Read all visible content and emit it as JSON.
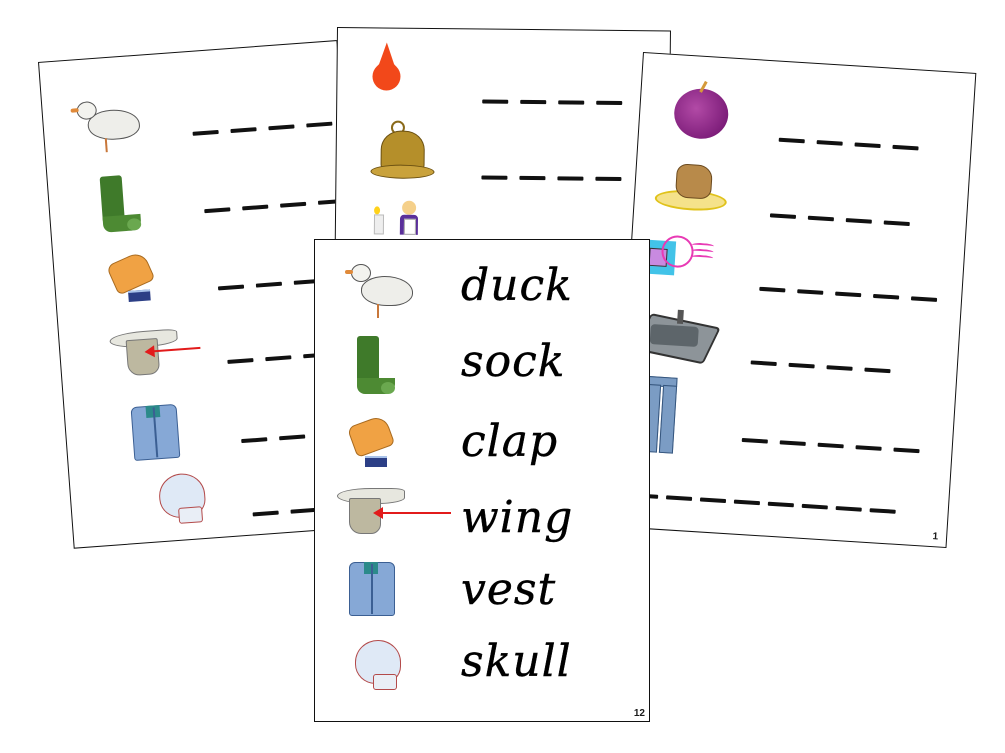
{
  "scene": "Phonics word cards: short vowel sounds with pictures",
  "pages": {
    "left": {
      "type": "blank-writing-card",
      "items": [
        {
          "picture": "duck",
          "blanks": 4
        },
        {
          "picture": "sock",
          "blanks": 4
        },
        {
          "picture": "clap",
          "blanks": 4
        },
        {
          "picture": "wing",
          "blanks": 4
        },
        {
          "picture": "vest",
          "blanks": 4
        },
        {
          "picture": "skull",
          "blanks": 5
        }
      ]
    },
    "back_center": {
      "type": "blank-writing-card",
      "items": [
        {
          "picture": "drop",
          "blanks": 4
        },
        {
          "picture": "bell",
          "blanks": 4
        },
        {
          "picture": "candle-maid",
          "blanks": 4
        }
      ]
    },
    "right": {
      "type": "blank-writing-card",
      "page_number": "1",
      "items": [
        {
          "picture": "plum",
          "blanks": 4
        },
        {
          "picture": "rock",
          "blanks": 4
        },
        {
          "picture": "stamp",
          "blanks": 5
        },
        {
          "picture": "sink",
          "blanks": 4
        },
        {
          "picture": "pants",
          "blanks": 5
        },
        {
          "picture": "ball-partial",
          "blanks": 8
        }
      ]
    },
    "front": {
      "type": "word-card",
      "page_number": "12",
      "words": [
        "duck",
        "sock",
        "clap",
        "wing",
        "vest",
        "skull"
      ]
    }
  },
  "colors": {
    "page_border": "#111111",
    "dash": "#111111",
    "arrow": "#e21b1b"
  }
}
